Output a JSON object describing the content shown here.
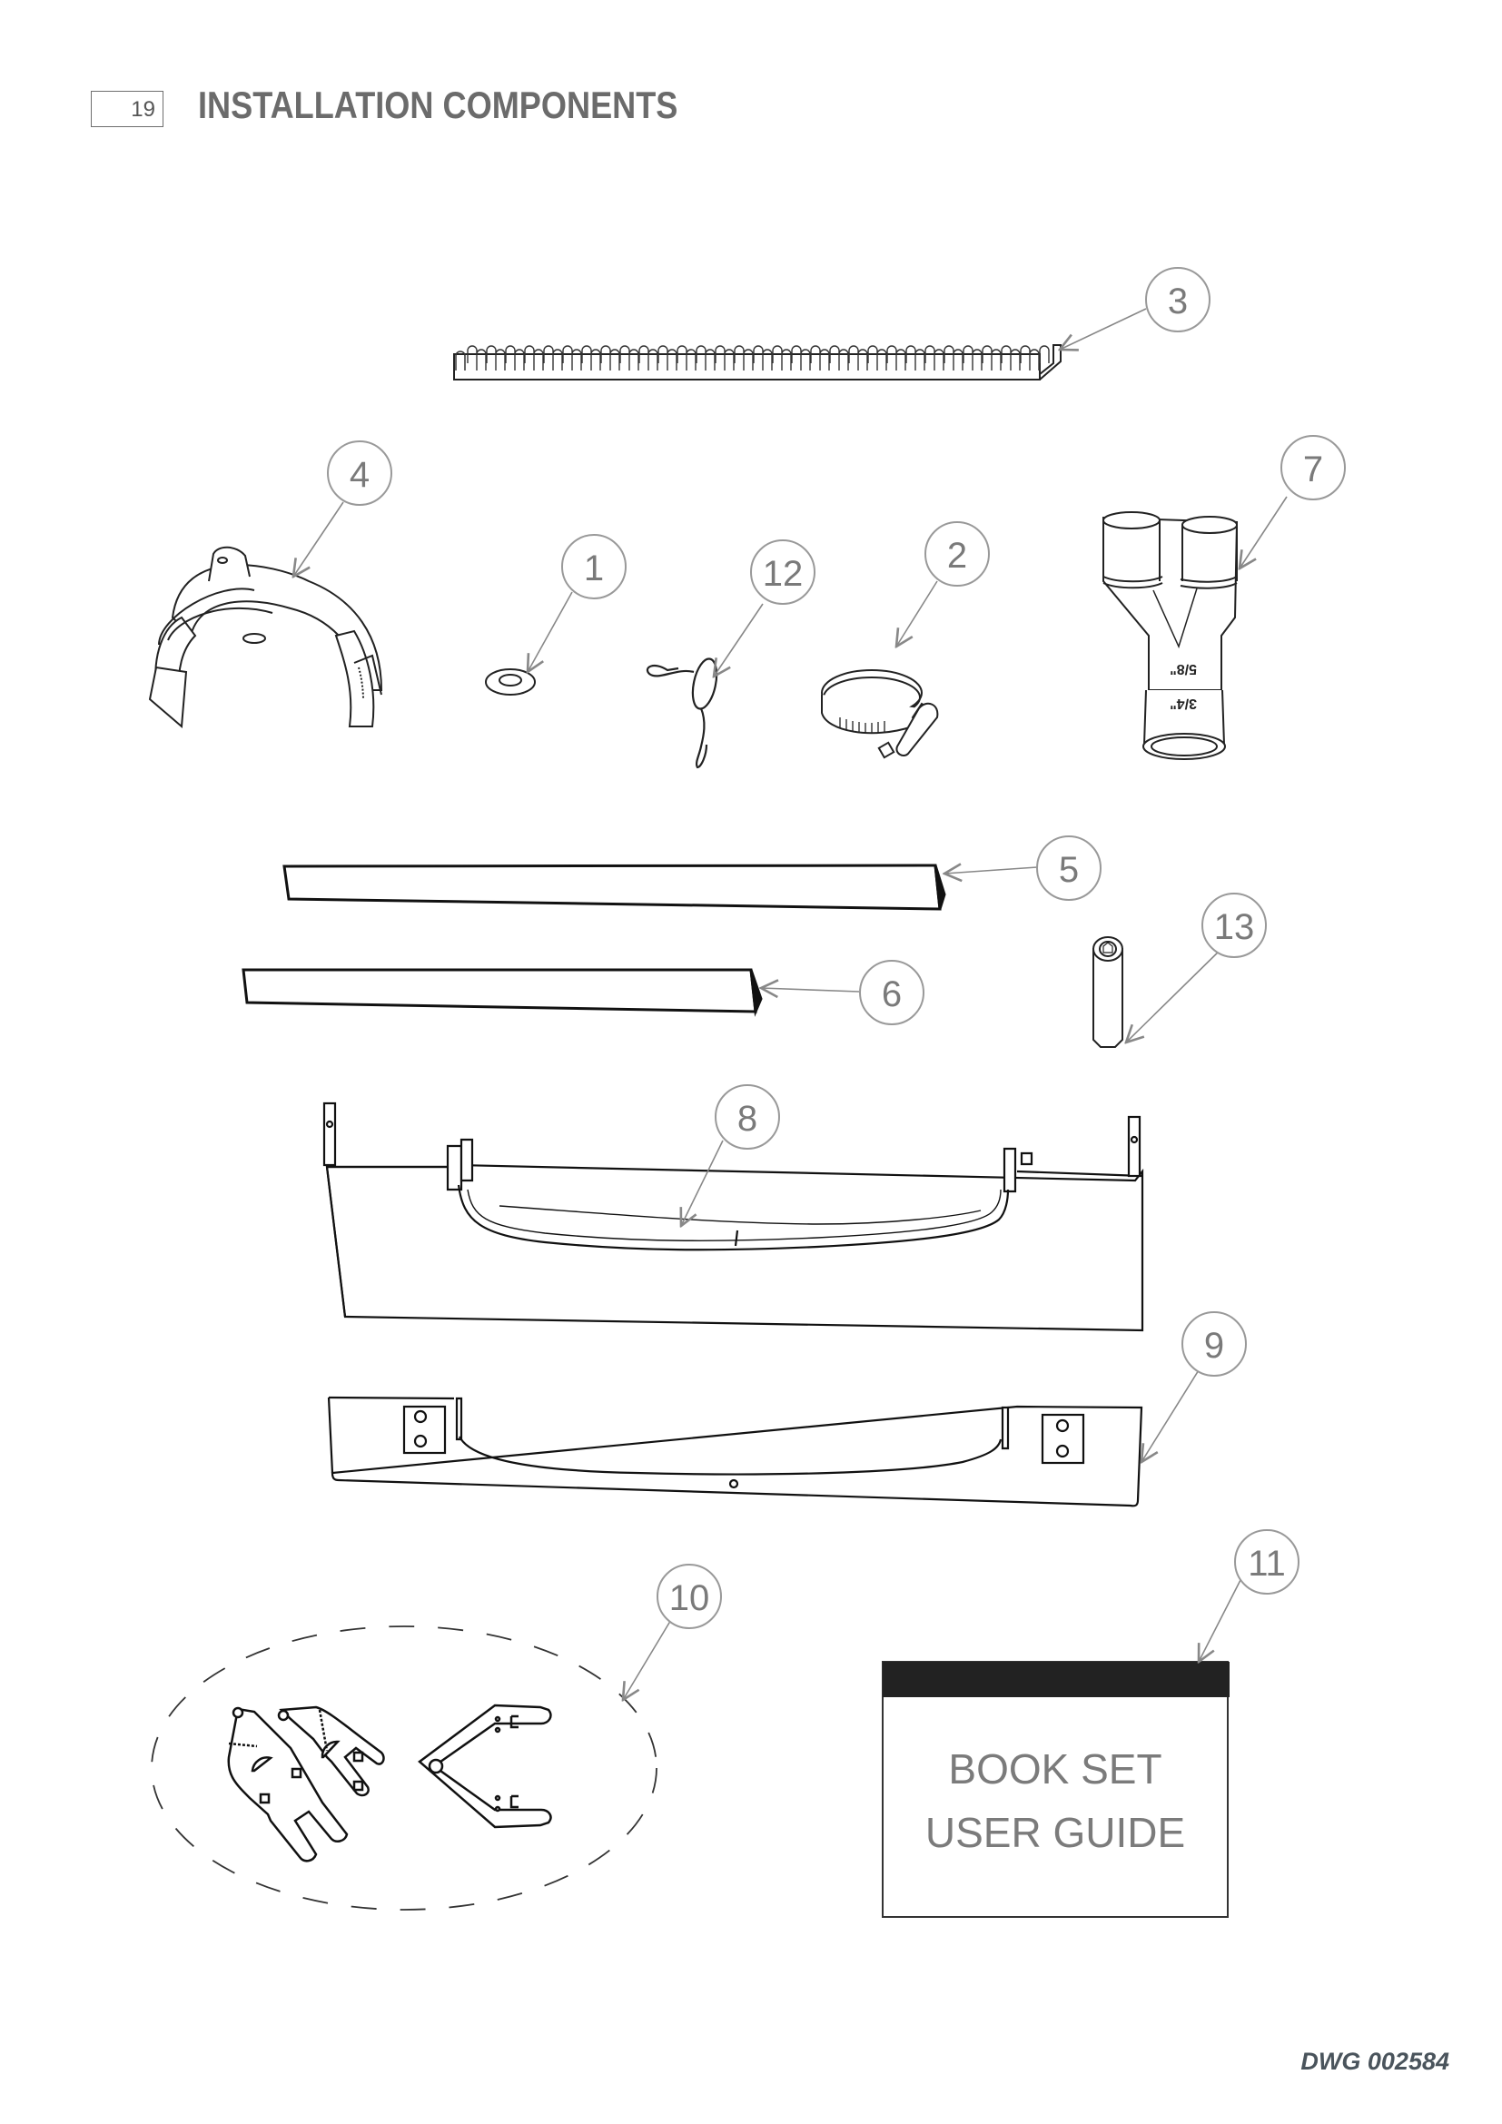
{
  "header": {
    "page_number": "19",
    "title": "INSTALLATION COMPONENTS"
  },
  "drawing_number": "DWG 002584",
  "components": [
    {
      "callout": "1",
      "name": "washer"
    },
    {
      "callout": "2",
      "name": "hose-clamp"
    },
    {
      "callout": "3",
      "name": "toothed-strip"
    },
    {
      "callout": "4",
      "name": "hose-clip-bracket"
    },
    {
      "callout": "5",
      "name": "long-strip"
    },
    {
      "callout": "6",
      "name": "short-strip"
    },
    {
      "callout": "7",
      "name": "y-connector",
      "labels": [
        "5/8\"",
        "3/4\""
      ]
    },
    {
      "callout": "8",
      "name": "front-panel-with-handle"
    },
    {
      "callout": "9",
      "name": "lower-panel-with-handle"
    },
    {
      "callout": "10",
      "name": "bracket-set"
    },
    {
      "callout": "11",
      "name": "book-set",
      "text": [
        "BOOK SET",
        "USER GUIDE"
      ]
    },
    {
      "callout": "12",
      "name": "wire-tie"
    },
    {
      "callout": "13",
      "name": "spacer"
    }
  ]
}
